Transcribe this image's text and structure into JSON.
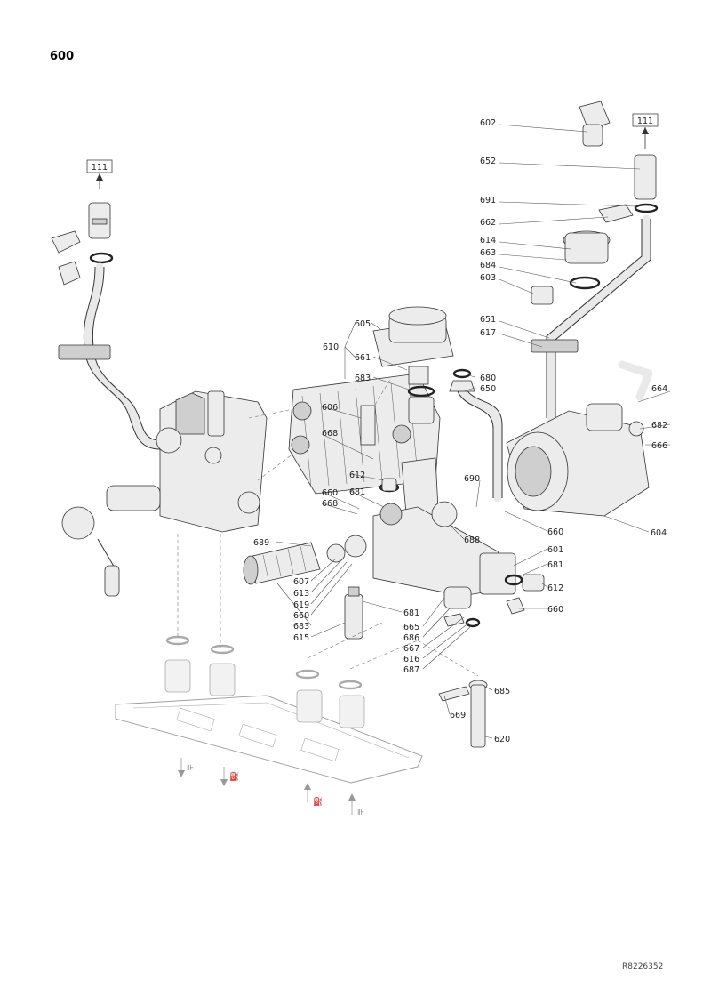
{
  "page": {
    "title": "600",
    "doc_ref": "R8226352"
  },
  "references": {
    "left_box": "111",
    "right_box": "111"
  },
  "callouts": [
    {
      "id": "c602",
      "label": "602"
    },
    {
      "id": "c652",
      "label": "652"
    },
    {
      "id": "c691",
      "label": "691"
    },
    {
      "id": "c662",
      "label": "662"
    },
    {
      "id": "c614",
      "label": "614"
    },
    {
      "id": "c663",
      "label": "663"
    },
    {
      "id": "c684",
      "label": "684"
    },
    {
      "id": "c603",
      "label": "603"
    },
    {
      "id": "c605",
      "label": "605"
    },
    {
      "id": "c610",
      "label": "610"
    },
    {
      "id": "c661",
      "label": "661"
    },
    {
      "id": "c651",
      "label": "651"
    },
    {
      "id": "c617",
      "label": "617"
    },
    {
      "id": "c683a",
      "label": "683"
    },
    {
      "id": "c680",
      "label": "680"
    },
    {
      "id": "c650",
      "label": "650"
    },
    {
      "id": "c664",
      "label": "664"
    },
    {
      "id": "c606",
      "label": "606"
    },
    {
      "id": "c668a",
      "label": "668"
    },
    {
      "id": "c682",
      "label": "682"
    },
    {
      "id": "c666",
      "label": "666"
    },
    {
      "id": "c612a",
      "label": "612"
    },
    {
      "id": "c690",
      "label": "690"
    },
    {
      "id": "c681a",
      "label": "681"
    },
    {
      "id": "c660a",
      "label": "660"
    },
    {
      "id": "c668b",
      "label": "668"
    },
    {
      "id": "c660b",
      "label": "660"
    },
    {
      "id": "c604",
      "label": "604"
    },
    {
      "id": "c688",
      "label": "688"
    },
    {
      "id": "c689",
      "label": "689"
    },
    {
      "id": "c601",
      "label": "601"
    },
    {
      "id": "c681b",
      "label": "681"
    },
    {
      "id": "c607",
      "label": "607"
    },
    {
      "id": "c612b",
      "label": "612"
    },
    {
      "id": "c613",
      "label": "613"
    },
    {
      "id": "c619",
      "label": "619"
    },
    {
      "id": "c660c",
      "label": "660"
    },
    {
      "id": "c660d",
      "label": "660"
    },
    {
      "id": "c683b",
      "label": "683"
    },
    {
      "id": "c681c",
      "label": "681"
    },
    {
      "id": "c615",
      "label": "615"
    },
    {
      "id": "c665",
      "label": "665"
    },
    {
      "id": "c686",
      "label": "686"
    },
    {
      "id": "c667",
      "label": "667"
    },
    {
      "id": "c616",
      "label": "616"
    },
    {
      "id": "c687",
      "label": "687"
    },
    {
      "id": "c685",
      "label": "685"
    },
    {
      "id": "c669",
      "label": "669"
    },
    {
      "id": "c620",
      "label": "620"
    }
  ]
}
